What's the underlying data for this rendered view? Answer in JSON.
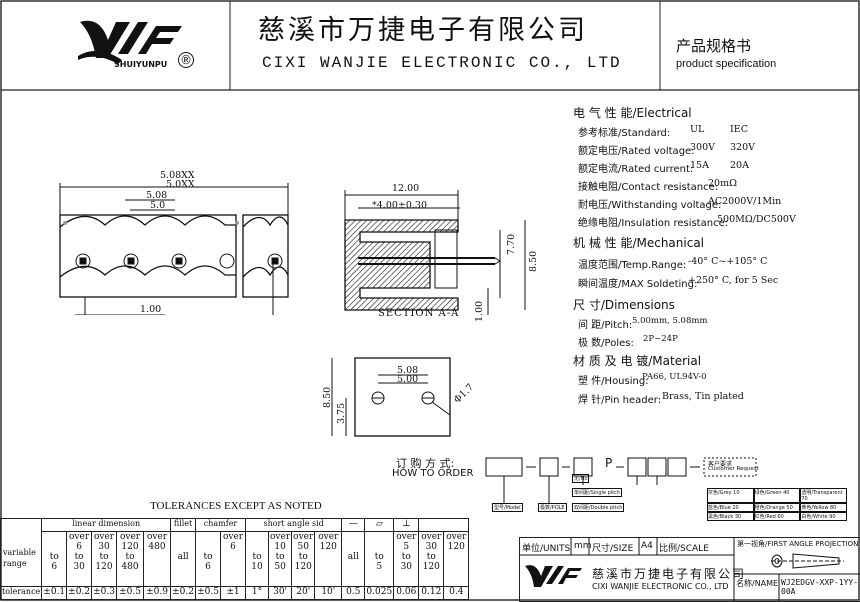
{
  "header": {
    "logo_brand": "SHUIYUNPU",
    "logo_mark": "®",
    "company_cn": "慈溪市万捷电子有限公司",
    "company_en": "CIXI  WANJIE  ELECTRONIC CO., LTD",
    "doc_title_cn": "产品规格书",
    "doc_title_en": "product specification"
  },
  "specs": {
    "electrical": {
      "heading": "电 气 性 能/Electrical",
      "rows": [
        {
          "label": "参考标准/Standard:",
          "v1": "UL",
          "v2": "IEC"
        },
        {
          "label": "额定电压/Rated voltage:",
          "v1": "300V",
          "v2": "320V"
        },
        {
          "label": "额定电流/Rated current:",
          "v1": "15A",
          "v2": "20A"
        },
        {
          "label": "接触电阻/Contact resistance:",
          "v1": "20mΩ",
          "v2": ""
        },
        {
          "label": "耐电压/Withstanding voltage:",
          "v1": "AC2000V/1Min",
          "v2": ""
        },
        {
          "label": "绝缘电阻/Insulation resistance:",
          "v1": "500MΩ/DC500V",
          "v2": ""
        }
      ]
    },
    "mechanical": {
      "heading": "机 械 性 能/Mechanical",
      "rows": [
        {
          "label": "温度范围/Temp.Range:",
          "v1": "-40° C~+105° C"
        },
        {
          "label": "瞬间温度/MAX Soldeting:",
          "v1": "+250° C, for 5 Sec"
        }
      ]
    },
    "dimensions": {
      "heading": "尺    寸/Dimensions",
      "rows": [
        {
          "label": "间 距/Pitch:",
          "v1": "5.00mm, 5.08mm"
        },
        {
          "label": "极 数/Poles:",
          "v1": "2P~24P"
        }
      ]
    },
    "material": {
      "heading": "材 质 及 电 镀/Material",
      "rows": [
        {
          "label": "塑 件/Housing:",
          "v1": "PA66, UL94V-0"
        },
        {
          "label": "焊 针/Pin header:",
          "v1": "Brass, Tin plated"
        }
      ]
    }
  },
  "drawing": {
    "front": {
      "d_total_xx": "5.08XX",
      "d_total_0xx": "5.0XX",
      "d_pitch1": "5.08",
      "d_pitch2": "5.0",
      "d_bottom": "1.00"
    },
    "section": {
      "d_len": "12.00",
      "d_pin": "*4.00±0.30",
      "d_h1": "7.70",
      "d_h2": "8.50",
      "d_h3": "1.00",
      "label": "SECTION A-A"
    },
    "pcb": {
      "d_p1": "5.08",
      "d_p2": "5.00",
      "d_h1": "8.50",
      "d_h2": "3.75",
      "d_hole": "Φ1.7"
    }
  },
  "order": {
    "title_cn": "订 购 方 式:",
    "title_en": "HOW TO ORDER",
    "p_letter": "P",
    "cust_cn": "客户要求",
    "cust_en": "Customer Request",
    "tag_model": "型号/Model",
    "tag_pole": "极数/POLE",
    "tag_single": "单间距/Single pitch",
    "tag_double": "双间距/Double pitch",
    "tag_no": "无/No",
    "colors": [
      {
        "cn": "灰色/Grey",
        "n": "10"
      },
      {
        "cn": "绿色/Green",
        "n": "40"
      },
      {
        "cn": "透明/Transparent",
        "n": "70"
      },
      {
        "cn": "蓝色/Blue",
        "n": "20"
      },
      {
        "cn": "橙色/Orange",
        "n": "50"
      },
      {
        "cn": "黄色/Yellow",
        "n": "80"
      },
      {
        "cn": "黑色/Black",
        "n": "30"
      },
      {
        "cn": "红色/Red",
        "n": "60"
      },
      {
        "cn": "白色/White",
        "n": "90"
      }
    ]
  },
  "tolerance": {
    "title": "TOLERANCES EXCEPT AS NOTED",
    "group_linear": "linear dimension",
    "group_fillet": "fillet",
    "group_chamfer": "chamfer",
    "group_angle": "short angle sid",
    "row_label1": "variable",
    "row_label2": "range",
    "row_tol": "tolerance",
    "cols": [
      {
        "r1": "",
        "r2": "to",
        "r3": "6",
        "t": "±0.1"
      },
      {
        "r1": "over 6",
        "r2": "to",
        "r3": "30",
        "t": "±0.2"
      },
      {
        "r1": "over 30",
        "r2": "to",
        "r3": "120",
        "t": "±0.3"
      },
      {
        "r1": "over 120",
        "r2": "to",
        "r3": "480",
        "t": "±0.5"
      },
      {
        "r1": "over 480",
        "r2": "",
        "r3": "",
        "t": "±0.9"
      },
      {
        "r1": "",
        "r2": "all",
        "r3": "",
        "t": "±0.2"
      },
      {
        "r1": "",
        "r2": "to",
        "r3": "6",
        "t": "±0.5"
      },
      {
        "r1": "over 6",
        "r2": "",
        "r3": "",
        "t": "±1"
      },
      {
        "r1": "",
        "r2": "to",
        "r3": "10",
        "t": "1°"
      },
      {
        "r1": "over 10",
        "r2": "to",
        "r3": "50",
        "t": "30'"
      },
      {
        "r1": "over 50",
        "r2": "to",
        "r3": "120",
        "t": "20'"
      },
      {
        "r1": "over 120",
        "r2": "",
        "r3": "",
        "t": "10'"
      },
      {
        "r1": "",
        "r2": "all",
        "r3": "",
        "t": "0.5"
      },
      {
        "r1": "",
        "r2": "to",
        "r3": "5",
        "t": "0.025"
      },
      {
        "r1": "over 5",
        "r2": "to",
        "r3": "30",
        "t": "0.06"
      },
      {
        "r1": "over 30",
        "r2": "to",
        "r3": "120",
        "t": "0.12"
      },
      {
        "r1": "over 120",
        "r2": "",
        "r3": "",
        "t": "0.4"
      }
    ]
  },
  "titleblock": {
    "unit_label": "单位/UNITS",
    "unit_val": "mm",
    "size_label": "尺寸/SIZE",
    "size_val": "A4",
    "scale_label": "比例/SCALE",
    "projection": "第一视角/FIRST ANGLE PROJECTION",
    "company_cn": "慈溪市万捷电子有限公司",
    "company_en": "CIXI WANJIE ELECTRONIC CO., LTD",
    "name_label": "名称/NAME",
    "name_val": "WJ2EDGV-XXP-1YY-00A"
  }
}
